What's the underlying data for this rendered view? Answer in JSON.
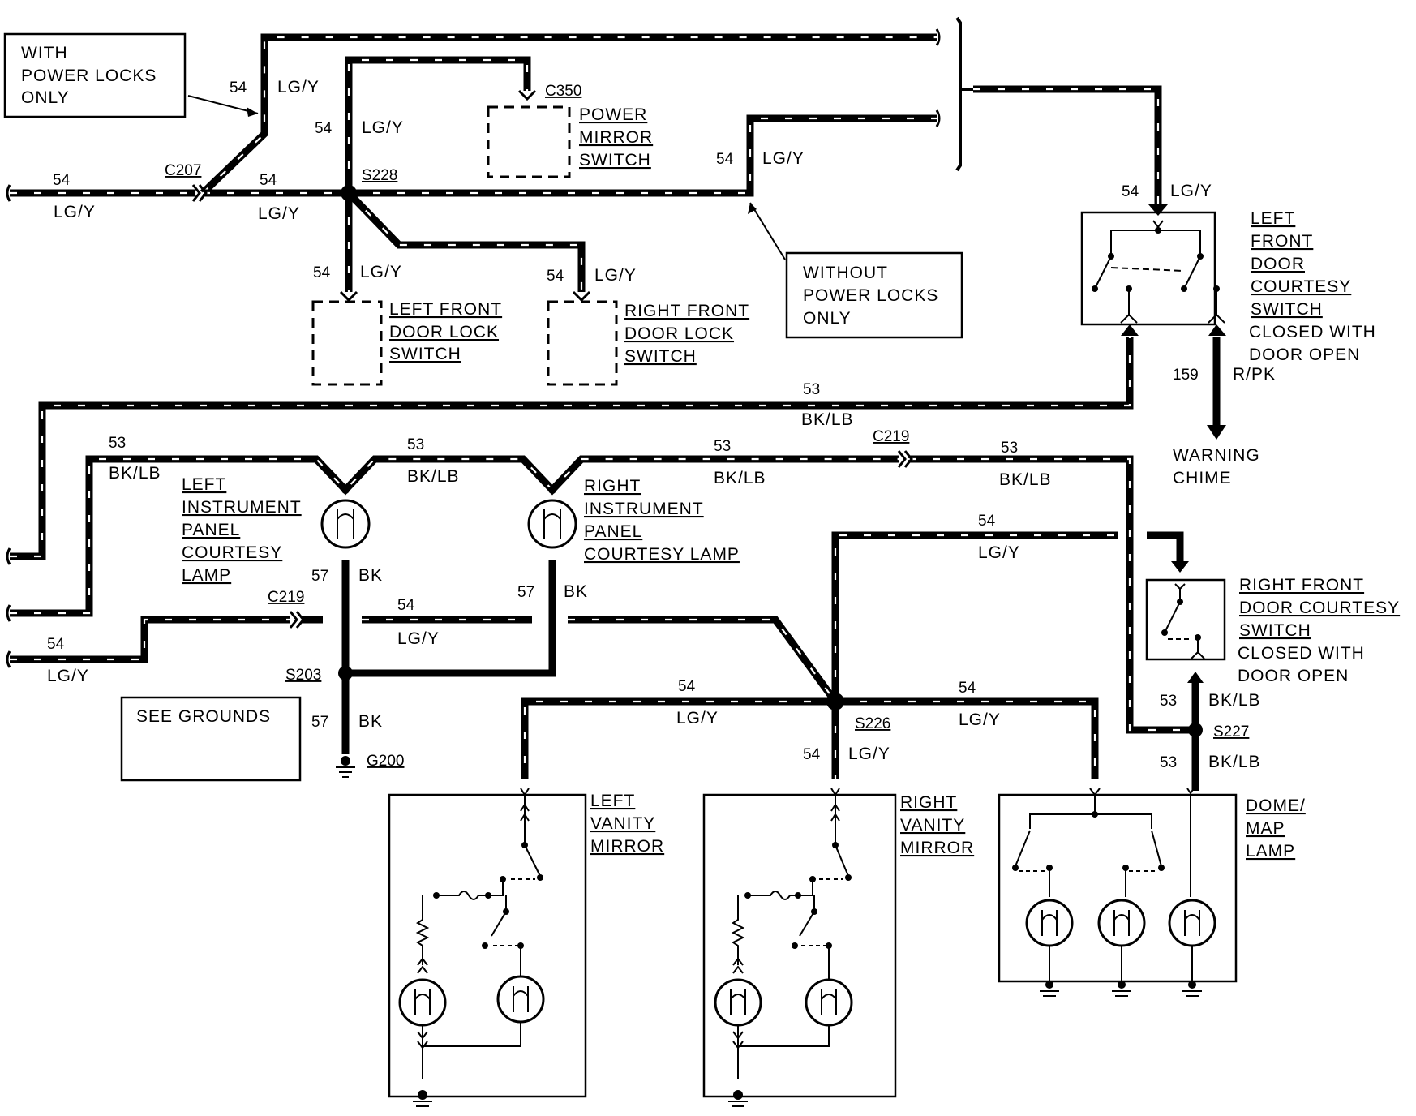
{
  "notes": {
    "with_power_locks": [
      "WITH",
      "POWER LOCKS",
      "ONLY"
    ],
    "without_power_locks": [
      "WITHOUT",
      "POWER LOCKS",
      "ONLY"
    ],
    "see_grounds": "SEE GROUNDS"
  },
  "connectors": {
    "c207": "C207",
    "c350": "C350",
    "c219_top": "C219",
    "c219_left": "C219",
    "s228": "S228",
    "s203": "S203",
    "s226": "S226",
    "s227": "S227",
    "g200": "G200"
  },
  "wires": {
    "w54": "54",
    "w53": "53",
    "w57": "57",
    "w159": "159",
    "lgy": "LG/Y",
    "bklb": "BK/LB",
    "bk": "BK",
    "rpk": "R/PK"
  },
  "components": {
    "power_mirror_switch": [
      "POWER",
      "MIRROR",
      "SWITCH"
    ],
    "lf_door_lock_switch": [
      "LEFT FRONT",
      "DOOR LOCK",
      "SWITCH"
    ],
    "rf_door_lock_switch": [
      "RIGHT FRONT",
      "DOOR LOCK",
      "SWITCH"
    ],
    "lf_door_courtesy_switch": [
      "LEFT",
      "FRONT",
      "DOOR",
      "COURTESY",
      "SWITCH"
    ],
    "lf_courtesy_note": [
      "CLOSED WITH",
      "DOOR OPEN"
    ],
    "warning_chime": [
      "WARNING",
      "CHIME"
    ],
    "left_ip_courtesy_lamp": [
      "LEFT",
      "INSTRUMENT",
      "PANEL",
      "COURTESY",
      "LAMP"
    ],
    "right_ip_courtesy_lamp": [
      "RIGHT",
      "INSTRUMENT",
      "PANEL",
      "COURTESY LAMP"
    ],
    "rf_door_courtesy_switch": [
      "RIGHT FRONT",
      "DOOR COURTESY",
      "SWITCH"
    ],
    "rf_courtesy_note": [
      "CLOSED WITH",
      "DOOR OPEN"
    ],
    "left_vanity_mirror": [
      "LEFT",
      "VANITY",
      "MIRROR"
    ],
    "right_vanity_mirror": [
      "RIGHT",
      "VANITY",
      "MIRROR"
    ],
    "dome_map_lamp": [
      "DOME/",
      "MAP",
      "LAMP"
    ]
  }
}
